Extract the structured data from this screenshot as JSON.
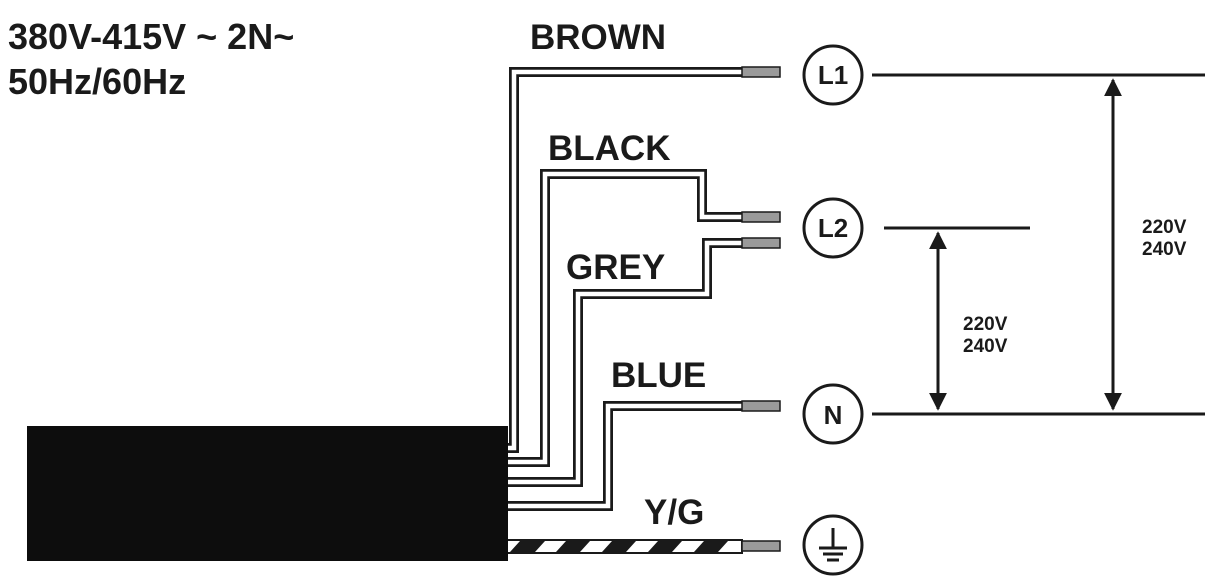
{
  "title": {
    "line1": "380V-415V ~  2N~",
    "line2": "50Hz/60Hz"
  },
  "wires": [
    {
      "id": "brown",
      "label": "BROWN"
    },
    {
      "id": "black",
      "label": "BLACK"
    },
    {
      "id": "grey",
      "label": "GREY"
    },
    {
      "id": "blue",
      "label": "BLUE"
    },
    {
      "id": "yg",
      "label": "Y/G"
    }
  ],
  "terminals": [
    {
      "id": "l1",
      "label": "L1"
    },
    {
      "id": "l2",
      "label": "L2"
    },
    {
      "id": "n",
      "label": "N"
    },
    {
      "id": "earth",
      "icon": "ground-icon"
    }
  ],
  "voltages": {
    "l2_n": {
      "line1": "220V",
      "line2": "240V"
    },
    "l1_n": {
      "line1": "220V",
      "line2": "240V"
    }
  }
}
